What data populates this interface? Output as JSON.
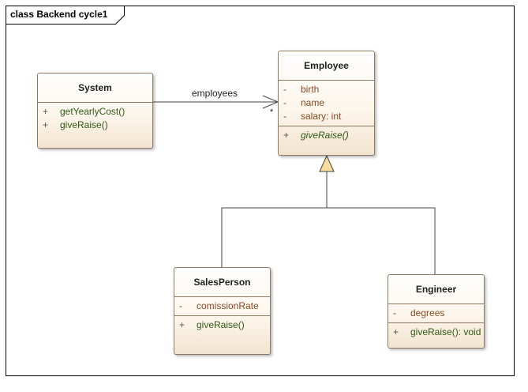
{
  "diagram": {
    "frame_title": "class Backend cycle1",
    "classes": {
      "system": {
        "name": "System",
        "operations": [
          {
            "visibility": "+",
            "text": "getYearlyCost()"
          },
          {
            "visibility": "+",
            "text": "giveRaise()"
          }
        ]
      },
      "employee": {
        "name": "Employee",
        "attributes": [
          {
            "visibility": "-",
            "text": "birth"
          },
          {
            "visibility": "-",
            "text": "name"
          },
          {
            "visibility": "-",
            "text": "salary: int"
          }
        ],
        "operations": [
          {
            "visibility": "+",
            "text": "giveRaise()"
          }
        ]
      },
      "salesperson": {
        "name": "SalesPerson",
        "attributes": [
          {
            "visibility": "-",
            "text": "comissionRate"
          }
        ],
        "operations": [
          {
            "visibility": "+",
            "text": "giveRaise()"
          }
        ]
      },
      "engineer": {
        "name": "Engineer",
        "attributes": [
          {
            "visibility": "-",
            "text": "degrees"
          }
        ],
        "operations": [
          {
            "visibility": "+",
            "text": "giveRaise(): void"
          }
        ]
      }
    },
    "association": {
      "label": "employees",
      "multiplicity": "*"
    }
  }
}
